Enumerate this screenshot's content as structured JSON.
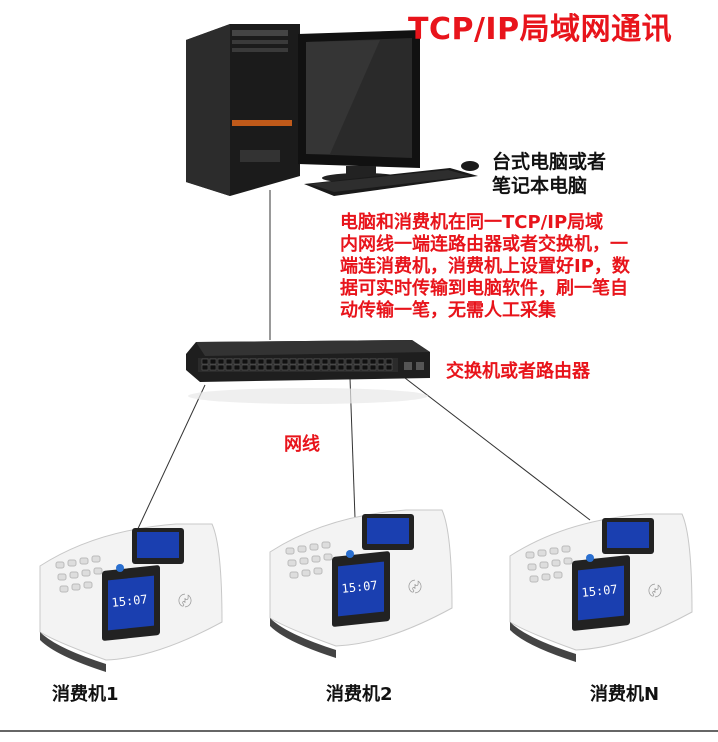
{
  "title": "TCP/IP局域网通讯",
  "pc_label_line1": "台式电脑或者",
  "pc_label_line2": "笔记本电脑",
  "note_lines": [
    "电脑和消费机在同一TCP/IP局域",
    "内网线一端连路由器或者交换机，一",
    "端连消费机，消费机上设置好IP，数",
    "据可实时传输到电脑软件，刷一笔自",
    "动传输一笔，无需人工采集"
  ],
  "switch_label": "交换机或者路由器",
  "cable_label": "网线",
  "terminals": [
    {
      "label": "消费机1",
      "time": "15:07"
    },
    {
      "label": "消费机2",
      "time": "15:07"
    },
    {
      "label": "消费机N",
      "time": "15:07"
    }
  ],
  "colors": {
    "accent_red": "#e8141b",
    "lcd_blue": "#1a3fb0",
    "body_white": "#f2f2f2"
  }
}
